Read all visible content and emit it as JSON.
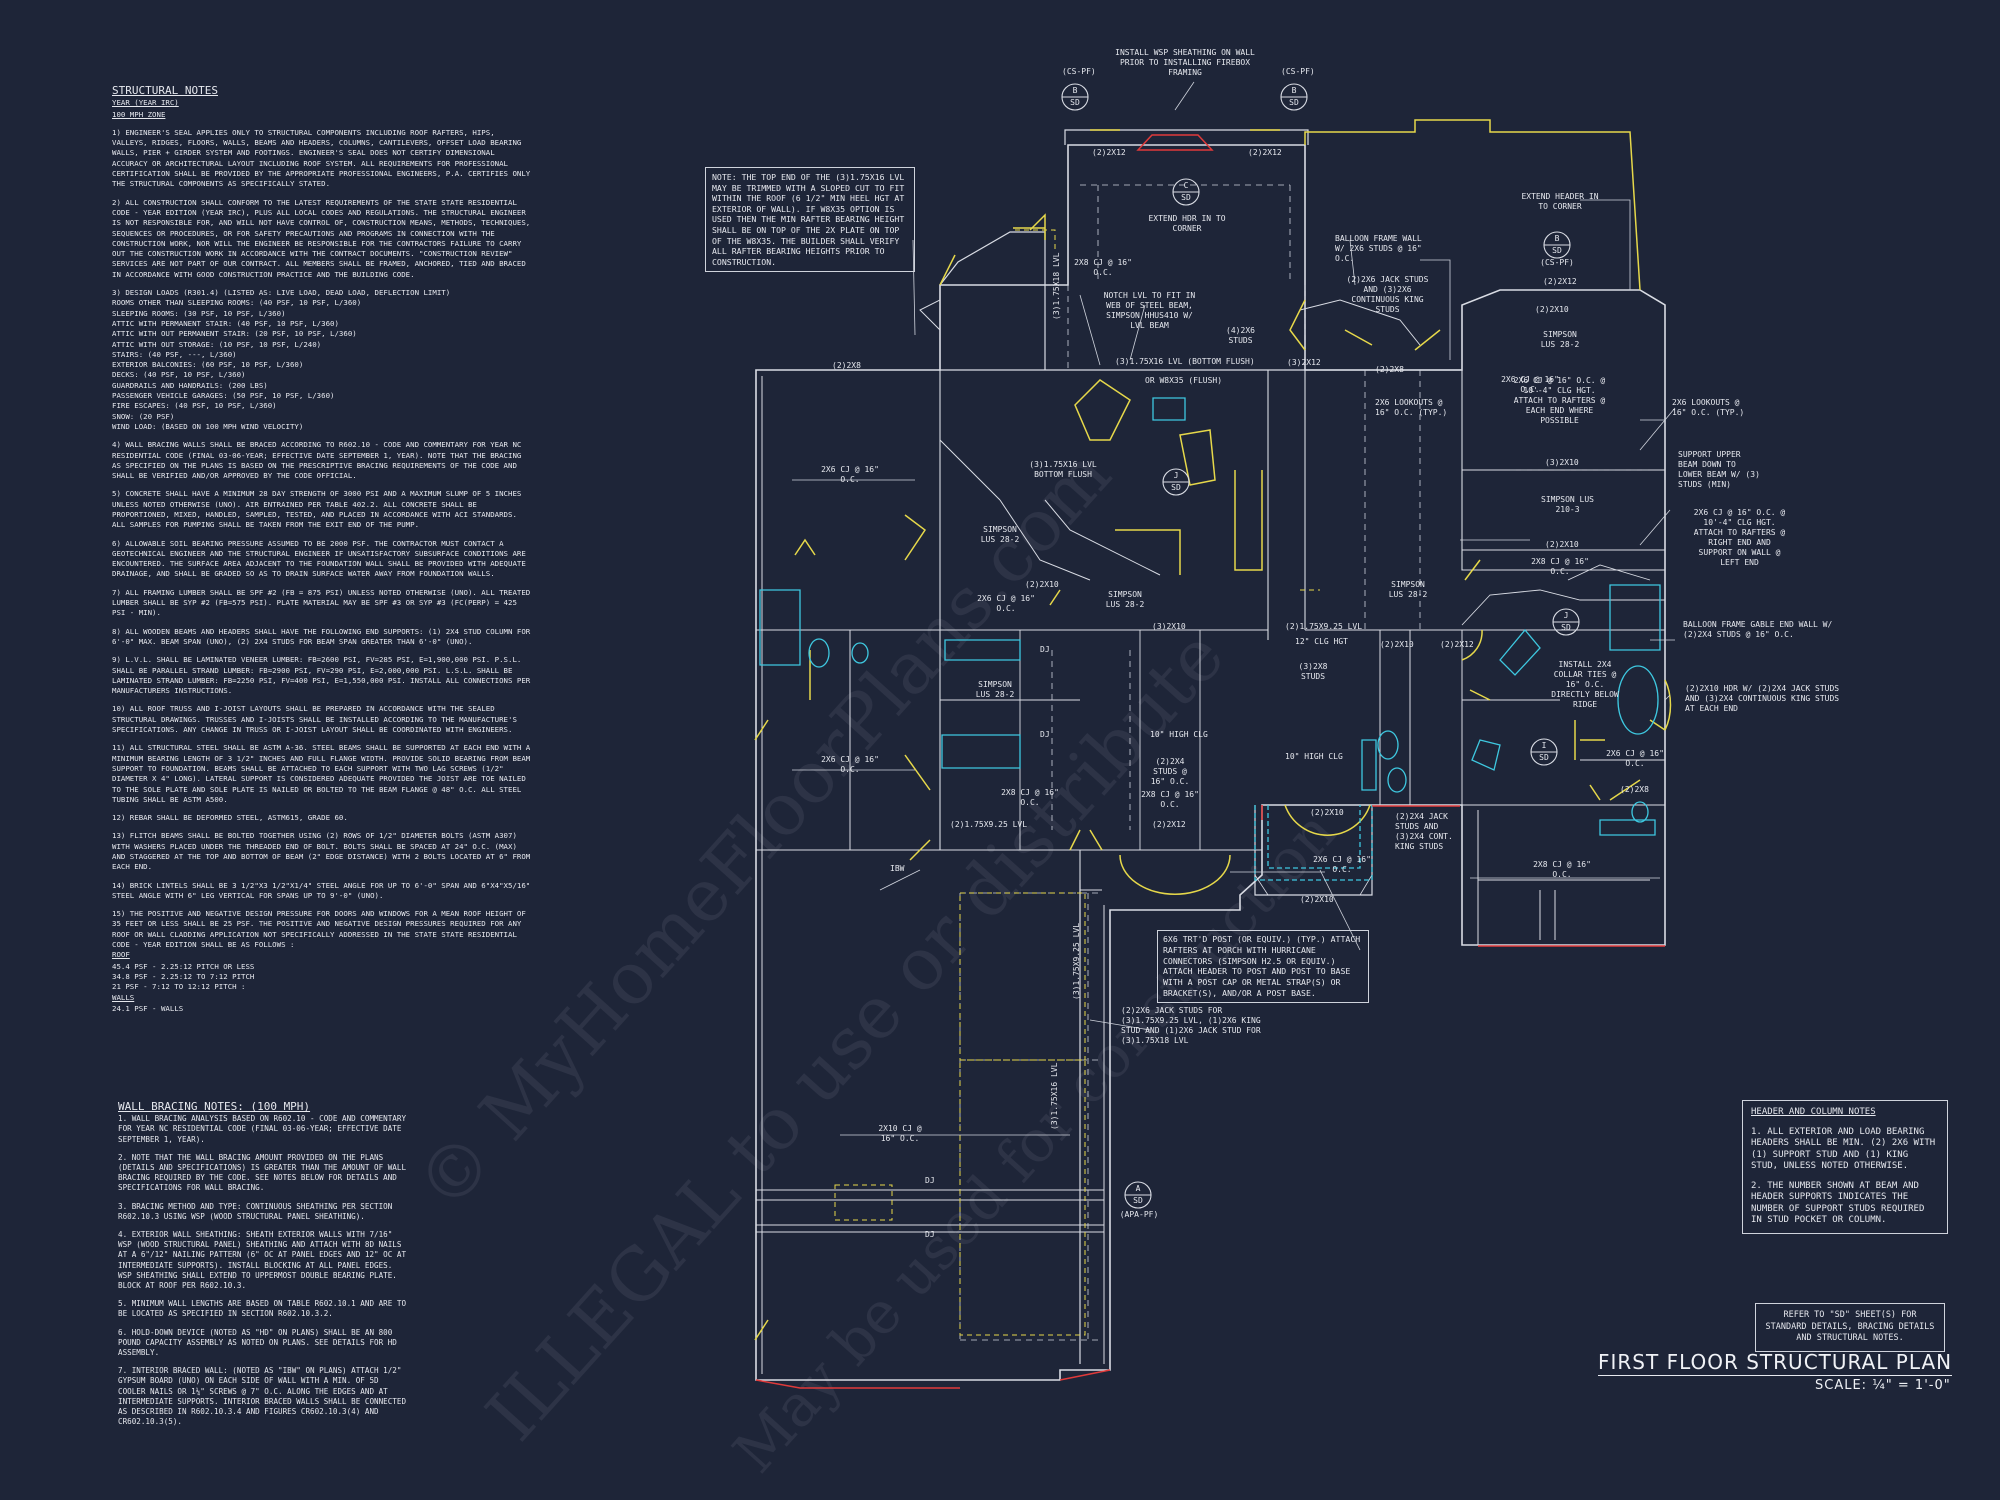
{
  "sheet_title": "FIRST FLOOR STRUCTURAL PLAN",
  "scale": "SCALE: ¼\" = 1'-0\"",
  "watermark": {
    "line1": "© MyHomeFloorPlans.com",
    "line2": "ILLEGAL to use or distribute",
    "line3": "May be used for construction"
  },
  "structural_notes": {
    "heading": "STRUCTURAL NOTES",
    "year_line": "YEAR (YEAR IRC)",
    "wind_zone": "100 mph ZONE",
    "notes": [
      "1) ENGINEER'S SEAL APPLIES ONLY TO STRUCTURAL COMPONENTS INCLUDING ROOF RAFTERS, HIPS, VALLEYS, RIDGES, FLOORS, WALLS, BEAMS AND HEADERS, COLUMNS, CANTILEVERS, OFFSET LOAD BEARING WALLS, PIER + GIRDER SYSTEM AND FOOTINGS. ENGINEER'S SEAL DOES NOT CERTIFY DIMENSIONAL ACCURACY OR ARCHITECTURAL LAYOUT INCLUDING ROOF SYSTEM. ALL REQUIREMENTS FOR PROFESSIONAL CERTIFICATION SHALL BE PROVIDED BY THE APPROPRIATE PROFESSIONAL ENGINEERS, P.A. CERTIFIES ONLY THE STRUCTURAL COMPONENTS AS SPECIFICALLY STATED.",
      "2) ALL CONSTRUCTION SHALL CONFORM TO THE LATEST REQUIREMENTS OF THE STATE STATE RESIDENTIAL CODE - YEAR EDITION (YEAR IRC), PLUS ALL LOCAL CODES AND REGULATIONS. THE STRUCTURAL ENGINEER IS NOT RESPONSIBLE FOR, AND WILL NOT HAVE CONTROL OF, CONSTRUCTION MEANS, METHODS, TECHNIQUES, SEQUENCES OR PROCEDURES, OR FOR SAFETY PRECAUTIONS AND PROGRAMS IN CONNECTION WITH THE CONSTRUCTION WORK, NOR WILL THE ENGINEER BE RESPONSIBLE FOR THE CONTRACTORS FAILURE TO CARRY OUT THE CONSTRUCTION WORK IN ACCORDANCE WITH THE CONTRACT DOCUMENTS. \"CONSTRUCTION REVIEW\" SERVICES ARE NOT PART OF OUR CONTRACT. ALL MEMBERS SHALL BE FRAMED, ANCHORED, TIED AND BRACED IN ACCORDANCE WITH GOOD CONSTRUCTION PRACTICE AND THE BUILDING CODE.",
      "3) DESIGN LOADS (R301.4) (LISTED AS: LIVE LOAD, DEAD LOAD, DEFLECTION LIMIT)"
    ],
    "loads": [
      "ROOMS OTHER THAN SLEEPING ROOMS: (40 PSF, 10 PSF, L/360)",
      "SLEEPING ROOMS: (30 PSF, 10 PSF, L/360)",
      "ATTIC WITH PERMANENT STAIR: (40 PSF, 10 PSF, L/360)",
      "ATTIC WITH OUT PERMANENT STAIR: (20 PSF, 10 PSF, L/360)",
      "ATTIC WITH OUT STORAGE: (10 PSF, 10 PSF, L/240)",
      "STAIRS: (40 PSF, ---, L/360)",
      "EXTERIOR BALCONIES: (60 PSF, 10 PSF, L/360)",
      "DECKS: (40 PSF, 10 PSF, L/360)",
      "GUARDRAILS AND HANDRAILS: (200 LBS)",
      "PASSENGER VEHICLE GARAGES: (50 PSF, 10 PSF, L/360)",
      "FIRE ESCAPES: (40 PSF, 10 PSF, L/360)",
      "SNOW: (20 PSF)",
      "WIND LOAD: (BASED ON 100 MPH WIND VELOCITY)"
    ],
    "notes2": [
      "4) WALL BRACING WALLS SHALL BE BRACED ACCORDING TO R602.10 - CODE AND COMMENTARY FOR YEAR NC RESIDENTIAL CODE (FINAL 03-06-YEAR; EFFECTIVE DATE SEPTEMBER 1, YEAR). NOTE THAT THE BRACING AS SPECIFIED ON THE PLANS IS BASED ON THE PRESCRIPTIVE BRACING REQUIREMENTS OF THE CODE AND SHALL BE VERIFIED AND/OR APPROVED BY THE CODE OFFICIAL.",
      "5) CONCRETE SHALL HAVE A MINIMUM 28 DAY STRENGTH OF 3000 PSI AND A MAXIMUM SLUMP OF 5 INCHES UNLESS NOTED OTHERWISE (UNO). AIR ENTRAINED PER TABLE 402.2. ALL CONCRETE SHALL BE PROPORTIONED, MIXED, HANDLED, SAMPLED, TESTED, AND PLACED IN ACCORDANCE WITH ACI STANDARDS. ALL SAMPLES FOR PUMPING SHALL BE TAKEN FROM THE EXIT END OF THE PUMP.",
      "6) ALLOWABLE SOIL BEARING PRESSURE ASSUMED TO BE 2000 PSF. THE CONTRACTOR MUST CONTACT A GEOTECHNICAL ENGINEER AND THE STRUCTURAL ENGINEER IF UNSATISFACTORY SUBSURFACE CONDITIONS ARE ENCOUNTERED. THE SURFACE AREA ADJACENT TO THE FOUNDATION WALL SHALL BE PROVIDED WITH ADEQUATE DRAINAGE, AND SHALL BE GRADED SO AS TO DRAIN SURFACE WATER AWAY FROM FOUNDATION WALLS.",
      "7) ALL FRAMING LUMBER SHALL BE SPF #2 (Fb = 875 PSI) UNLESS NOTED OTHERWISE (UNO). ALL TREATED LUMBER SHALL BE SYP #2 (Fb=575 PSI). PLATE MATERIAL MAY BE SPF #3 OR SYP #3 (Fc(perp) = 425 PSI - MIN).",
      "8) ALL WOODEN BEAMS AND HEADERS SHALL HAVE THE FOLLOWING END SUPPORTS: (1) 2x4 STUD COLUMN FOR 6'-0\" MAX. BEAM SPAN (UNO), (2) 2X4 STUDS FOR BEAM SPAN GREATER THAN 6'-0\" (UNO).",
      "9) L.V.L. SHALL BE LAMINATED VENEER LUMBER: Fb=2600 PSI, Fv=285 PSI, E=1,900,000 PSI. P.S.L. SHALL BE PARALLEL STRAND LUMBER: Fb=2900 PSI, Fv=290 PSI, E=2,000,000 PSI. L.S.L. SHALL BE LAMINATED STRAND LUMBER: Fb=2250 PSI, Fv=400 PSI, E=1,550,000 PSI. INSTALL ALL CONNECTIONS PER MANUFACTURERS INSTRUCTIONS.",
      "10) ALL ROOF TRUSS AND I-JOIST LAYOUTS SHALL BE PREPARED IN ACCORDANCE WITH THE SEALED STRUCTURAL DRAWINGS. TRUSSES AND I-JOISTS SHALL BE INSTALLED ACCORDING TO THE MANUFACTURE'S SPECIFICATIONS. ANY CHANGE IN TRUSS OR I-JOIST LAYOUT SHALL BE COORDINATED WITH ENGINEERS.",
      "11) ALL STRUCTURAL STEEL SHALL BE ASTM A-36. STEEL BEAMS SHALL BE SUPPORTED AT EACH END WITH A MINIMUM BEARING LENGTH OF 3 1/2\" INCHES AND FULL FLANGE WIDTH. PROVIDE SOLID BEARING FROM BEAM SUPPORT TO FOUNDATION. BEAMS SHALL BE ATTACHED TO EACH SUPPORT WITH TWO LAG SCREWS (1/2\" DIAMETER x 4\" LONG). LATERAL SUPPORT IS CONSIDERED ADEQUATE PROVIDED THE JOIST ARE TOE NAILED TO THE SOLE PLATE AND SOLE PLATE IS NAILED OR BOLTED TO THE BEAM FLANGE @ 48\" O.C. ALL STEEL TUBING SHALL BE ASTM A500.",
      "12) REBAR SHALL BE DEFORMED STEEL, ASTM615, GRADE 60.",
      "13) FLITCH BEAMS SHALL BE BOLTED TOGETHER USING (2) ROWS OF 1/2\" DIAMETER BOLTS (ASTM A307) WITH WASHERS PLACED UNDER THE THREADED END OF BOLT. BOLTS SHALL BE SPACED AT 24\" O.C. (MAX) AND STAGGERED AT THE TOP AND BOTTOM OF BEAM (2\" EDGE DISTANCE) WITH 2 BOLTS LOCATED AT 6\" FROM EACH END.",
      "14) BRICK LINTELS SHALL BE 3 1/2\"x3 1/2\"x1/4\" STEEL ANGLE FOR UP TO 6'-0\" SPAN AND 6\"x4\"x5/16\" STEEL ANGLE WITH 6\" LEG VERTICAL FOR SPANS UP TO 9'-0\" (UNO).",
      "15) THE POSITIVE AND NEGATIVE DESIGN PRESSURE FOR DOORS AND WINDOWS FOR A MEAN ROOF HEIGHT OF 35 FEET OR LESS SHALL BE 25 PSF. THE POSITIVE AND NEGATIVE DESIGN PRESSURES REQUIRED FOR ANY ROOF OR WALL CLADDING APPLICATION NOT SPECIFICALLY ADDRESSED IN THE STATE STATE RESIDENTIAL CODE - YEAR EDITION SHALL BE AS FOLLOWS :"
    ],
    "roof_label": "ROOF",
    "roof_lines": [
      "45.4 PSF - 2.25:12 PITCH OR LESS",
      "34.8 PSF - 2.25:12 TO 7:12 PITCH",
      "21 PSF - 7:12 TO 12:12 PITCH :"
    ],
    "walls_label": "WALLS",
    "walls_lines": [
      "24.1 PSF - WALLS"
    ]
  },
  "wall_bracing_notes": {
    "heading": "WALL BRACING NOTES: (100 MPH)",
    "notes": [
      "1. WALL BRACING ANALYSIS BASED ON R602.10 - CODE AND COMMENTARY FOR YEAR NC RESIDENTIAL CODE (FINAL 03-06-YEAR; EFFECTIVE DATE SEPTEMBER 1, YEAR).",
      "2. NOTE THAT THE WALL BRACING AMOUNT PROVIDED ON THE PLANS (DETAILS AND SPECIFICATIONS) IS GREATER THAN THE AMOUNT OF WALL BRACING REQUIRED BY THE CODE. SEE NOTES BELOW FOR DETAILS AND SPECIFICATIONS FOR WALL BRACING.",
      "3. BRACING METHOD AND TYPE: CONTINUOUS SHEATHING PER SECTION R602.10.3 USING WSP (WOOD STRUCTURAL PANEL SHEATHING).",
      "4. EXTERIOR WALL SHEATHING: SHEATH EXTERIOR WALLS WITH 7/16\" WSP (WOOD STRUCTURAL PANEL) SHEATHING AND ATTACH WITH 8d NAILS AT A 6\"/12\" NAILING PATTERN (6\" OC AT PANEL EDGES AND 12\" OC AT INTERMEDIATE SUPPORTS). INSTALL BLOCKING AT ALL PANEL EDGES. WSP SHEATHING SHALL EXTEND TO UPPERMOST DOUBLE BEARING PLATE. BLOCK AT ROOF PER R602.10.3.",
      "5. MINIMUM WALL LENGTHS ARE BASED ON TABLE R602.10.1 AND ARE TO BE LOCATED AS SPECIFIED IN SECTION R602.10.3.2.",
      "6. HOLD-DOWN DEVICE (NOTED AS \"HD\" ON PLANS) SHALL BE AN 800 POUND CAPACITY ASSEMBLY AS NOTED ON PLANS. SEE DETAILS FOR HD ASSEMBLY.",
      "7. INTERIOR BRACED WALL: (NOTED AS \"IBW\" ON PLANS) ATTACH 1/2\" GYPSUM BOARD (UNO) ON EACH SIDE OF WALL WITH A MIN. OF 5d COOLER NAILS OR 1¼\" SCREWS @ 7\" O.C. ALONG THE EDGES AND AT INTERMEDIATE SUPPORTS. INTERIOR BRACED WALLS SHALL BE CONNECTED AS DESCRIBED IN R602.10.3.4 AND FIGURES CR602.10.3(4) AND CR602.10.3(5)."
    ]
  },
  "header_column_notes": {
    "heading": "HEADER AND COLUMN NOTES",
    "notes": [
      "1. ALL EXTERIOR AND LOAD BEARING HEADERS SHALL BE MIN. (2) 2x6 WITH (1) SUPPORT STUD AND (1) KING STUD, UNLESS NOTED OTHERWISE.",
      "2. THE NUMBER SHOWN AT BEAM AND HEADER SUPPORTS INDICATES THE NUMBER OF SUPPORT STUDS REQUIRED IN STUD POCKET OR COLUMN."
    ]
  },
  "refer_note": "REFER TO \"SD\" SHEET(S) FOR STANDARD DETAILS, BRACING DETAILS AND STRUCTURAL NOTES.",
  "callouts": {
    "lvl_note": "NOTE: THE TOP END OF THE (3)1.75x16 LVL MAY BE TRIMMED WITH A SLOPED CUT TO FIT WITHIN THE ROOF (6 1/2\" MIN HEEL HGT AT EXTERIOR OF WALL). IF W8x35 OPTION IS USED THEN THE MIN RAFTER BEARING HEIGHT SHALL BE ON TOP OF THE 2X PLATE ON TOP OF THE W8x35. THE BUILDER SHALL VERIFY ALL RAFTER BEARING HEIGHTS PRIOR TO CONSTRUCTION.",
    "firebox": "INSTALL WSP SHEATHING ON WALL PRIOR TO INSTALLING FIREBOX FRAMING",
    "post_note": "6x6 TRT'D POST (OR EQUIV.) (TYP.) ATTACH RAFTERS AT PORCH WITH HURRICANE CONNECTORS (SIMPSON H2.5 OR EQUIV.) ATTACH HEADER TO POST AND POST TO BASE WITH A POST CAP OR METAL STRAP(S) OR BRACKET(S), AND/OR A POST BASE.",
    "jack_studs": "(2)2X6 JACK STUDS FOR (3)1.75X9.25 LVL, (1)2X6 KING STUD AND (1)2X6 JACK STUD FOR (3)1.75X18 LVL",
    "extend_hdr_corner": "EXTEND HDR IN TO CORNER",
    "extend_header_corner": "EXTEND HEADER IN TO CORNER",
    "balloon_frame": "BALLOON FRAME WALL W/ 2X6 STUDS @ 16\" O.C.",
    "jack_king": "(2)2X6 JACK STUDS AND (3)2X6 CONTINUOUS KING STUDS",
    "notch_lvl": "NOTCH LVL TO FIT IN WEB OF STEEL BEAM, SIMPSON HHUS410 W/ LVL BEAM",
    "studs_4": "(4)2X6 STUDS",
    "lvl_bottom": "(3)1.75x16 LVL (BOTTOM FLUSH)",
    "w8x35": "OR W8x35 (FLUSH)",
    "lvl_bottom2": "(3)1.75x16 LVL BOTTOM FLUSH",
    "lookouts_l": "2X6 LOOKOUTS @ 16\" O.C. (TYP.)",
    "lookouts_r": "2X6 LOOKOUTS @ 16\" O.C. (TYP.)",
    "clg_hgt": "2X6 CJ @ 16\" O.C. @ 10'-4\" CLG HGT. ATTACH TO RAFTERS @ EACH END WHERE POSSIBLE",
    "support_upper": "SUPPORT UPPER BEAM DOWN TO LOWER BEAM W/ (3) STUDS (MIN)",
    "clg_hgt2": "2X6 CJ @ 16\" O.C. @ 10'-4\" CLG HGT. ATTACH TO RAFTERS @ RIGHT END AND SUPPORT ON WALL @ LEFT END",
    "balloon_gable": "BALLOON FRAME GABLE END WALL W/ (2)2X4 STUDS @ 16\" O.C.",
    "hdr_jack": "(2)2X10 HDR W/ (2)2X4 JACK STUDS AND (3)2X4 CONTINUOUS KING STUDS AT EACH END",
    "collar_ties": "INSTALL 2X4 COLLAR TIES @ 16\" O.C. DIRECTLY BELOW RIDGE",
    "jack_cont": "(2)2X4 JACK STUDS AND (3)2X4 CONT. KING STUDS",
    "ibw": "IBW"
  },
  "room_labels": [
    "2X6 CJ @ 16\" O.C.",
    "2X6 CJ @ 16\" O.C.",
    "2X8 CJ @ 16\" O.C.",
    "2X10 CJ @ 16\" O.C.",
    "2X6 CJ @ 16\" O.C.",
    "2X8 CJ @ 16\" O.C.",
    "2X6 CJ @ 16\" O.C.",
    "2X8 CJ @ 16\" O.C.",
    "2X8 CJ @ 16\" O.C.",
    "2X6 CJ @ 16\" O.C.",
    "2X6 CJ @ 16\" O.C.",
    "2X8 CJ @ 16\" O.C."
  ],
  "beam_labels": [
    "(2)2X8",
    "(2)2X12",
    "(2)2X12",
    "(3)2X12",
    "(2)2X10",
    "(3)2X10",
    "(2)2X10",
    "(2)2X12",
    "(2)2X10",
    "(3)2X10",
    "(2)1.75X9.25 LVL",
    "(2)1.75X9.25 LVL",
    "(2)2X10",
    "(2)2X12",
    "(2)2X10",
    "(2)2X8",
    "(3)1.75X16 LVL",
    "(3)1.75X9.25 LVL",
    "(3)1.75X18 LVL",
    "(3)2X8 STUDS",
    "(2)2X10",
    "(2)2X12",
    "(2)2X8"
  ],
  "simpson_labels": [
    "SIMPSON LUS 28-2",
    "SIMPSON LUS 28-2",
    "SIMPSON LUS 28-2",
    "SIMPSON LUS 28-2",
    "SIMPSON LUS 210-3",
    "SIMPSON LUS 28-2"
  ],
  "section_markers": [
    {
      "top": "B",
      "bot": "SD",
      "tag": "(CS-PF)"
    },
    {
      "top": "B",
      "bot": "SD",
      "tag": "(CS-PF)"
    },
    {
      "top": "C",
      "bot": "SD",
      "tag": ""
    },
    {
      "top": "J",
      "bot": "SD",
      "tag": ""
    },
    {
      "top": "B",
      "bot": "SD",
      "tag": "(CS-PF)"
    },
    {
      "top": "J",
      "bot": "SD",
      "tag": ""
    },
    {
      "top": "I",
      "bot": "SD",
      "tag": ""
    },
    {
      "top": "A",
      "bot": "SD",
      "tag": "(APA-PF)"
    }
  ],
  "misc_labels": [
    "DJ",
    "DJ",
    "DJ",
    "DJ",
    "12\" CLG HGT",
    "10\" HIGH CLG",
    "10\" HIGH CLG",
    "(2)2X4 STUDS @ 16\" O.C."
  ]
}
